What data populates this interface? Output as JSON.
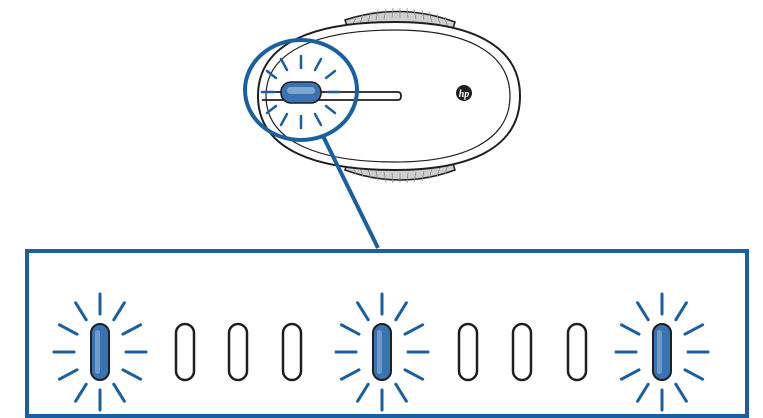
{
  "illustration": {
    "subject": "mouse-led-blink-indicator",
    "logo_text": "hp",
    "colors": {
      "accent_blue": "#1a5fa0",
      "led_fill": "#3a73b1",
      "led_highlight": "#8fb4dc",
      "outline": "#1f1f1f",
      "body_fill": "#ffffff",
      "grip_fill": "#cfcfcf"
    }
  },
  "blink_sequence": {
    "pattern": [
      "on",
      "off",
      "off",
      "off",
      "on",
      "off",
      "off",
      "off",
      "on"
    ],
    "on_count": 3,
    "off_between": 3
  }
}
